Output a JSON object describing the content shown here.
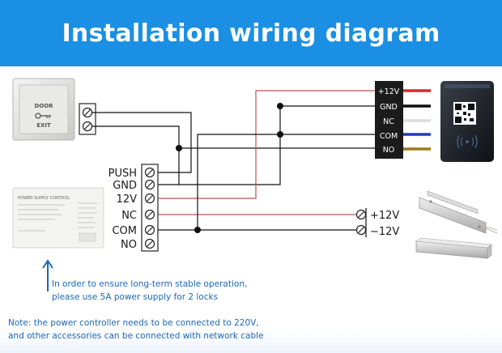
{
  "title": "Installation wiring diagram",
  "exit_button": {
    "line1": "DOOR",
    "line2": "EXIT"
  },
  "power_supply": {
    "label": "POWER SUPPLY CONTROL"
  },
  "power_terminals": [
    "PUSH",
    "GND",
    "12V",
    "NC",
    "COM",
    "NO"
  ],
  "reader_terminals": [
    "+12V",
    "GND",
    "NC",
    "COM",
    "NO"
  ],
  "lock_terminals": [
    "+12V",
    "−12V"
  ],
  "wire_colors": {
    "red": "#e0262e",
    "black": "#111111",
    "white": "#ffffff",
    "blue": "#1f3bb3",
    "brown": "#9a7a1a",
    "thin_red": "#c0504d"
  },
  "notes": {
    "stable_line1": "In order to ensure long-term stable operation,",
    "stable_line2": "please use 5A power supply for 2 locks",
    "footer_line1": "Note: the power controller needs to be connected to 220V,",
    "footer_line2": "and other accessories can be connected with network cable"
  }
}
